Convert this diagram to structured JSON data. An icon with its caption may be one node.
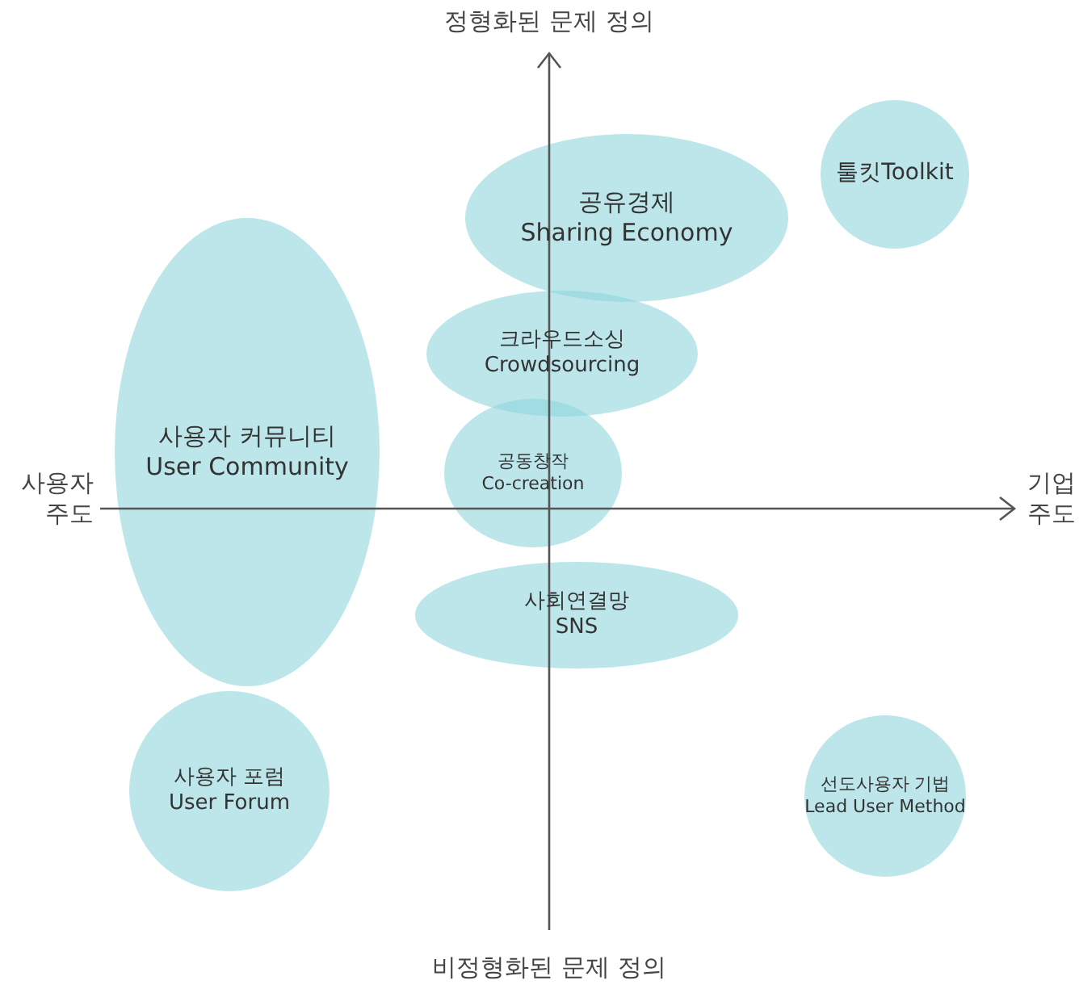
{
  "diagram": {
    "nodes": [
      {
        "text": [
          "공유경제",
          "Sharing Economy"
        ]
      },
      {
        "text": [
          "툴킷Toolkit"
        ]
      },
      {
        "text": [
          "크라우드소싱",
          "Crowdsourcing"
        ]
      },
      {
        "text": [
          "사용자 커뮤니티",
          "User Community"
        ]
      },
      {
        "text": [
          "공동창작",
          "Co-creation"
        ]
      },
      {
        "text": [
          "사회연결망",
          "SNS"
        ]
      },
      {
        "text": [
          "사용자 포럼",
          "User Forum"
        ]
      },
      {
        "text": [
          "선도사용자 기법",
          "Lead User Method"
        ]
      }
    ],
    "labels": [
      "정형화된 문제 정의",
      "사용자 주도",
      "기업 주도",
      "비정형화된 문제 정의"
    ]
  }
}
